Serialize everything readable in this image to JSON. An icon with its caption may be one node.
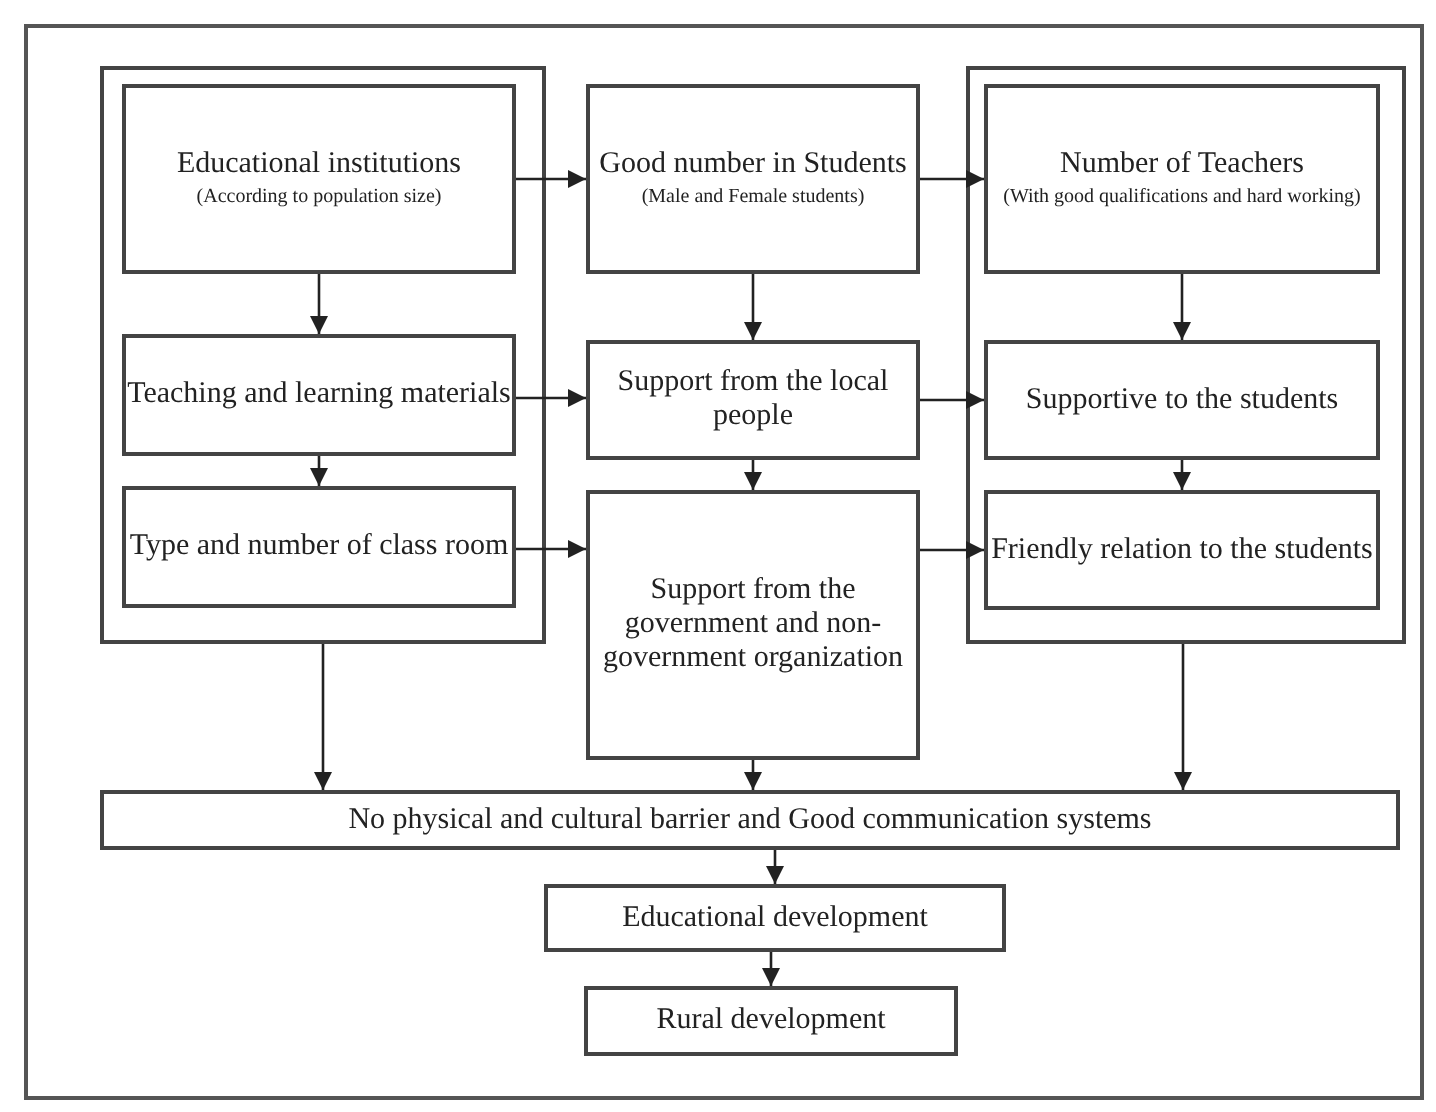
{
  "diagram": {
    "nodes": [
      {
        "text": [],
        "shape": "box"
      },
      {
        "text": [
          "Educational institutions",
          "(According to population size)"
        ],
        "in": 0
      },
      {
        "text": [
          "Teaching and learning materials"
        ],
        "in": 0
      },
      {
        "text": [
          "Type and number of class room"
        ],
        "in": 0
      },
      {
        "text": [
          "Good number in Students",
          "(Male and Female students)"
        ]
      },
      {
        "text": [
          "Support from the local people"
        ]
      },
      {
        "text": [
          "Support from the government and non-government organization"
        ]
      },
      {
        "text": [],
        "shape": "box"
      },
      {
        "text": [
          "Number of Teachers",
          "(With good qualifications and hard working)"
        ],
        "in": 7
      },
      {
        "text": [
          "Supportive to the students"
        ],
        "in": 7
      },
      {
        "text": [
          "Friendly relation to the students"
        ],
        "in": 7
      },
      {
        "text": [
          "No physical and cultural barrier and Good communication systems"
        ]
      },
      {
        "text": [
          "Educational development"
        ]
      },
      {
        "text": [
          "Rural development"
        ]
      }
    ],
    "edges": [
      {
        "from": 1,
        "to": 2,
        "arrow": "to"
      },
      {
        "from": 2,
        "to": 3,
        "arrow": "to"
      },
      {
        "from": 1,
        "to": 4,
        "arrow": "to"
      },
      {
        "from": 2,
        "to": 5,
        "arrow": "to"
      },
      {
        "from": 3,
        "to": 6,
        "arrow": "to"
      },
      {
        "from": 4,
        "to": 5,
        "arrow": "to"
      },
      {
        "from": 5,
        "to": 6,
        "arrow": "to"
      },
      {
        "from": 4,
        "to": 8,
        "arrow": "to"
      },
      {
        "from": 5,
        "to": 9,
        "arrow": "to"
      },
      {
        "from": 6,
        "to": 10,
        "arrow": "to"
      },
      {
        "from": 8,
        "to": 9,
        "arrow": "to"
      },
      {
        "from": 9,
        "to": 10,
        "arrow": "to"
      },
      {
        "from": 0,
        "to": 11,
        "arrow": "to"
      },
      {
        "from": 6,
        "to": 11,
        "arrow": "to"
      },
      {
        "from": 7,
        "to": 11,
        "arrow": "to"
      },
      {
        "from": 11,
        "to": 12,
        "arrow": "to"
      },
      {
        "from": 12,
        "to": 13,
        "arrow": "to"
      }
    ]
  }
}
